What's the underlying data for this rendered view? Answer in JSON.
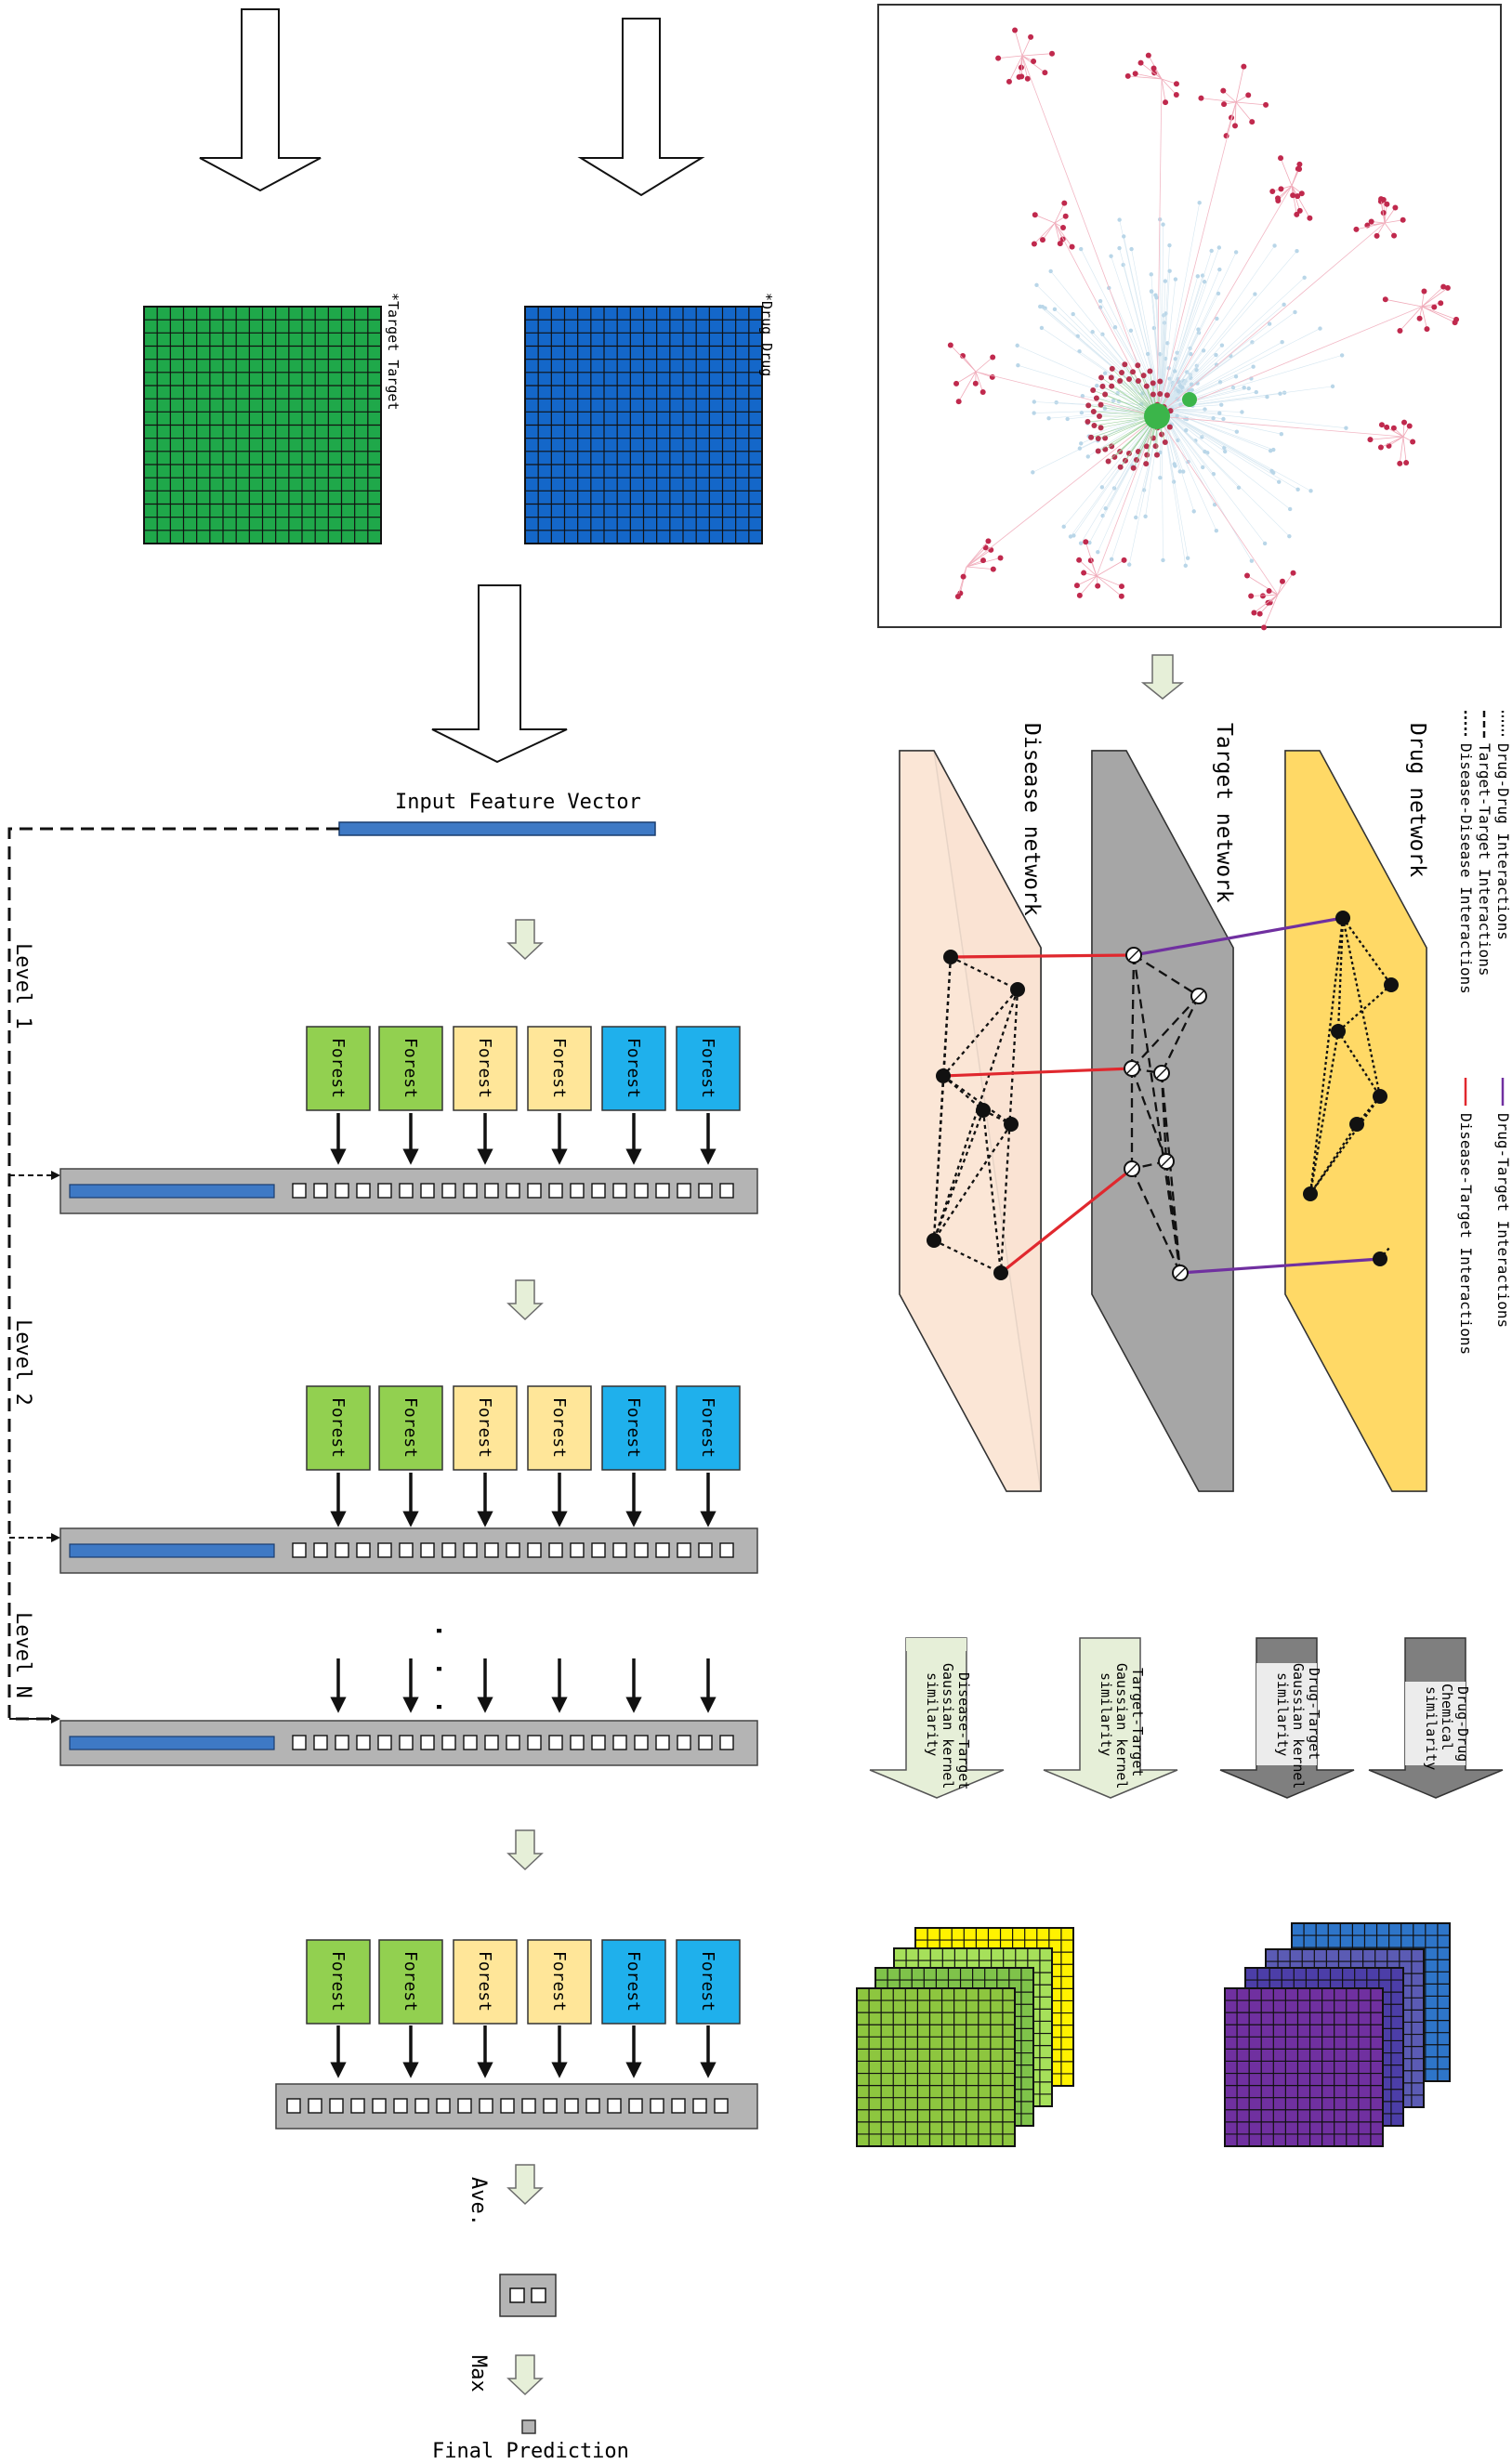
{
  "network_layers": {
    "drug": "Drug network",
    "target": "Target network",
    "disease": "Disease network"
  },
  "legend": {
    "drug_drug": "Drug-Drug Interactions",
    "target_target": "Target-Target Interactions",
    "disease_disease": "Disease-Disease Interactions",
    "drug_target": "Drug-Target Interactions",
    "disease_target": "Disease-Target Interactions"
  },
  "similarity_arrows": [
    {
      "line1": "Drug-Drug",
      "line2": "Chemical",
      "line3": "similarity"
    },
    {
      "line1": "Drug-Target",
      "line2": "Gaussian kernel",
      "line3": "similarity"
    },
    {
      "line1": "Target-Target",
      "line2": "Gaussian kernel",
      "line3": "similarity"
    },
    {
      "line1": "Disease-Target",
      "line2": "Gaussian kernel",
      "line3": "similarity"
    }
  ],
  "matrices": {
    "drug_label": "*Drug Drug",
    "target_label": "*Target Target"
  },
  "deep_forest": {
    "input_label": "Input Feature Vector",
    "levels": [
      "Level 1",
      "Level 2",
      "Level N"
    ],
    "forest_label": "Forest",
    "dots": ". . .",
    "ave_label": "Ave.",
    "max_label": "Max",
    "final_label": "Final Prediction"
  },
  "colors": {
    "drug_layer": "#fdd660",
    "target_layer": "#a6a6a6",
    "disease_layer": "#fce6d8",
    "forest_green": "#92d050",
    "forest_yellow": "#ffe699",
    "forest_blue": "#1fb0ec",
    "matrix_green": "#1fa84a",
    "matrix_blue": "#1467c9",
    "drug_target_edge": "#7030a0",
    "disease_target_edge": "#e0282e"
  }
}
